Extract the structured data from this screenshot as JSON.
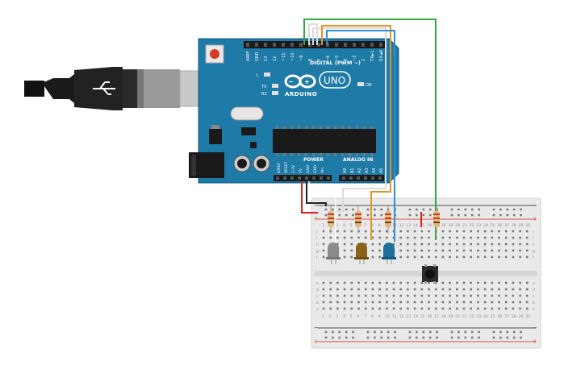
{
  "board": {
    "brand": "ARDUINO",
    "model": "UNO",
    "digital_header_label": "DIGITAL (PWM ~)",
    "power_label": "POWER",
    "analog_label": "ANALOG IN",
    "on_label": "ON",
    "tx_label": "TX",
    "rx_label": "RX",
    "l_label": "L",
    "digital_pins": [
      "AREF",
      "GND",
      "13",
      "12",
      "~11",
      "~10",
      "~9",
      "8",
      "7",
      "~6",
      "~5",
      "4",
      "~3",
      "2",
      "TX►1",
      "RX◄0"
    ],
    "power_pins": [
      "IOREF",
      "RESET",
      "3.3V",
      "5V",
      "GND",
      "GND",
      "Vin"
    ],
    "analog_pins": [
      "A0",
      "A1",
      "A2",
      "A3",
      "A4",
      "A5"
    ]
  },
  "breadboard": {
    "column_count": 30,
    "row_letters_top": [
      "j",
      "i",
      "h",
      "g",
      "f"
    ],
    "row_letters_bottom": [
      "e",
      "d",
      "c",
      "b",
      "a"
    ],
    "rail_plus": "+",
    "rail_minus": "−"
  },
  "components": {
    "leds": [
      {
        "color_name": "gray",
        "color": "#8a8a8a"
      },
      {
        "color_name": "amber",
        "color": "#8a6318"
      },
      {
        "color_name": "blue",
        "color": "#1e6f9a"
      }
    ]
  },
  "wire_colors": {
    "green": "#36a843",
    "orange": "#e8902a",
    "blue": "#2f8fd0",
    "white": "#dcdcdc",
    "red": "#d8221a",
    "black": "#222222"
  }
}
